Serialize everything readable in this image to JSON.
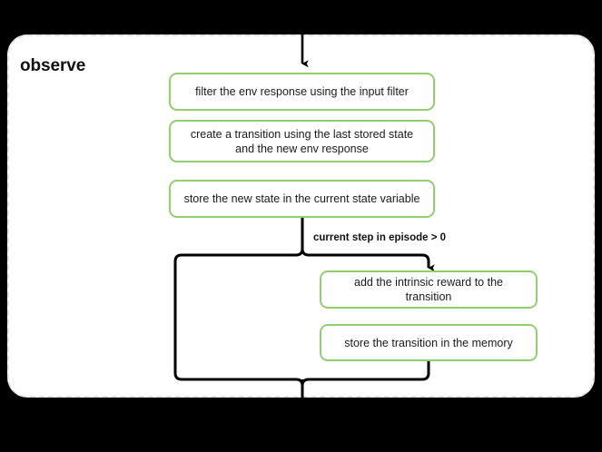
{
  "diagram": {
    "background_color": "#000000",
    "group": {
      "title": "observe",
      "border_color": "#e3e3e3",
      "fill_color": "#ffffff",
      "border_style": "dashed"
    },
    "node_accent_color": "#92ce70",
    "connector_color": "#000000",
    "nodes": [
      {
        "id": "filter-env-response",
        "label": "filter the env response using the input filter"
      },
      {
        "id": "create-transition",
        "label": "create a transition using the last stored state and the new env response"
      },
      {
        "id": "store-new-state",
        "label": "store the new state in the current state variable"
      },
      {
        "id": "add-intrinsic-reward",
        "label": "add the intrinsic reward to the transition"
      },
      {
        "id": "store-transition-memory",
        "label": "store the transition in the memory"
      }
    ],
    "edges": [
      {
        "id": "branch-condition",
        "label": "current step in episode > 0"
      }
    ]
  }
}
